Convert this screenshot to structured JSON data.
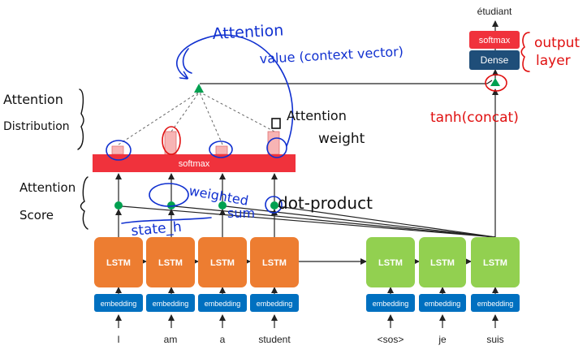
{
  "diagram": {
    "encoder": {
      "inputs": [
        "I",
        "am",
        "a",
        "student"
      ],
      "lstm_label": "LSTM",
      "embedding_label": "embedding"
    },
    "decoder": {
      "inputs": [
        "<sos>",
        "je",
        "suis"
      ],
      "lstm_label": "LSTM",
      "embedding_label": "embedding"
    },
    "softmax_bar_label": "softmax",
    "output_softmax_label": "softmax",
    "dense_label": "Dense",
    "output_word": "étudiant"
  },
  "annotations": {
    "attention_value": [
      "Attention",
      "value (context vector)"
    ],
    "attention_distribution": [
      "Attention",
      "Distribution"
    ],
    "attention_weight": [
      "Attention",
      "weight"
    ],
    "attention_score": [
      "Attention",
      "Score"
    ],
    "weighted_sum": [
      "weighted",
      "sum"
    ],
    "dot_product": "dot-product",
    "state_h": "state_h",
    "tanh_concat": "tanh(concat)",
    "output_layer": [
      "output",
      "layer"
    ]
  },
  "colors": {
    "encoder_lstm": "#ED7D31",
    "decoder_lstm": "#92D050",
    "embedding": "#0070C0",
    "softmax_bar": "#F0323C",
    "output_softmax": "#F0323C",
    "dense": "#1F4E79",
    "node": "#00A050",
    "blue_ink": "#1030D0",
    "red_ink": "#E01010",
    "black_ink": "#111111"
  }
}
